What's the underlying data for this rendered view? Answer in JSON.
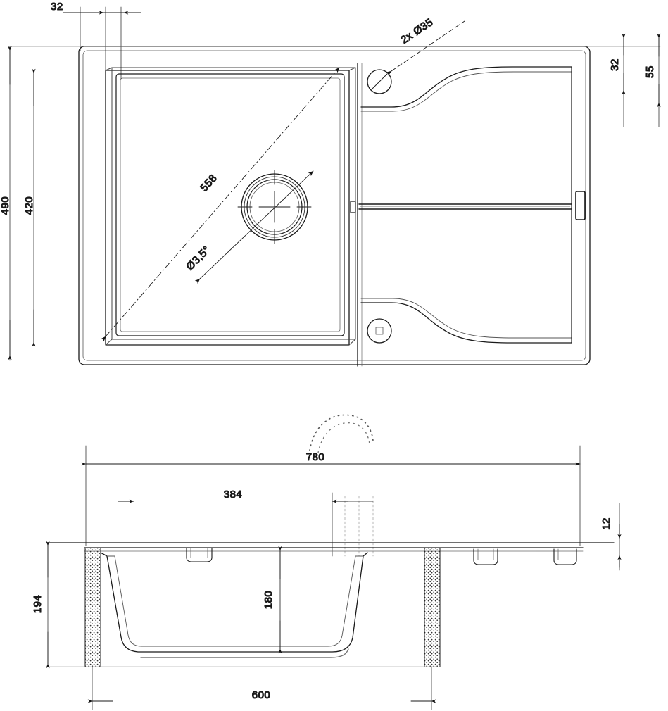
{
  "drawing": {
    "title": "Kitchen sink technical drawing",
    "units": "mm",
    "line_color": "#1a1a1a",
    "thin_color": "#555555",
    "hatch_color": "#333333",
    "background": "#ffffff"
  },
  "top_view": {
    "name": "top-view",
    "dimensions": {
      "left_offset_top": "32",
      "height_outer": "490",
      "height_inner": "420",
      "right_offset_top": "32",
      "right_offset_full": "55"
    },
    "annotations": {
      "tap_holes": "2x Ø35",
      "bowl_diagonal": "558",
      "drain_diameter": "Ø3,5°"
    }
  },
  "section_view": {
    "name": "section-view",
    "dimensions": {
      "total_width": "780",
      "bowl_offset": "384",
      "ledge_thickness": "12",
      "overall_depth": "194",
      "bowl_depth": "180",
      "bowl_width": "600"
    }
  },
  "labels": {
    "d32_left": "32",
    "d490": "490",
    "d420": "420",
    "d2x35": "2x Ø35",
    "d558": "558",
    "d35deg": "Ø3,5°",
    "d32_right": "32",
    "d55_right": "55",
    "d780": "780",
    "d384": "384",
    "d12": "12",
    "d194": "194",
    "d180": "180",
    "d600": "600"
  }
}
